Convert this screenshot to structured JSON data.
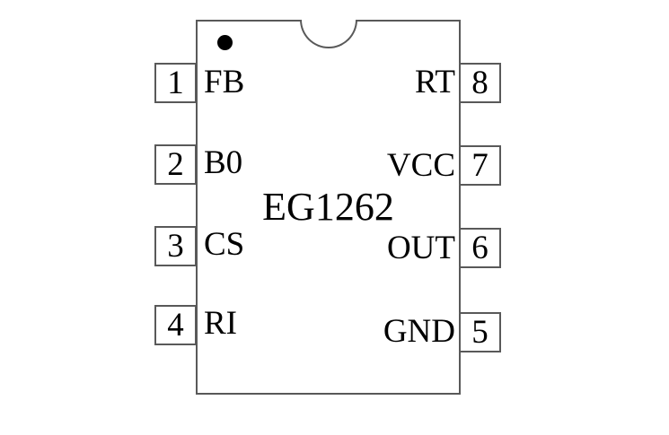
{
  "diagram": {
    "part_number": "EG1262",
    "package": {
      "left_pins": [
        {
          "number": "1",
          "label": "FB"
        },
        {
          "number": "2",
          "label": "B0"
        },
        {
          "number": "3",
          "label": "CS"
        },
        {
          "number": "4",
          "label": "RI"
        }
      ],
      "right_pins": [
        {
          "number": "8",
          "label": "RT"
        },
        {
          "number": "7",
          "label": "VCC"
        },
        {
          "number": "6",
          "label": "OUT"
        },
        {
          "number": "5",
          "label": "GND"
        }
      ]
    }
  },
  "colors": {
    "background": "#ffffff",
    "line": "#595959",
    "text": "#000000",
    "pin1_indicator_dot": "#000000"
  }
}
